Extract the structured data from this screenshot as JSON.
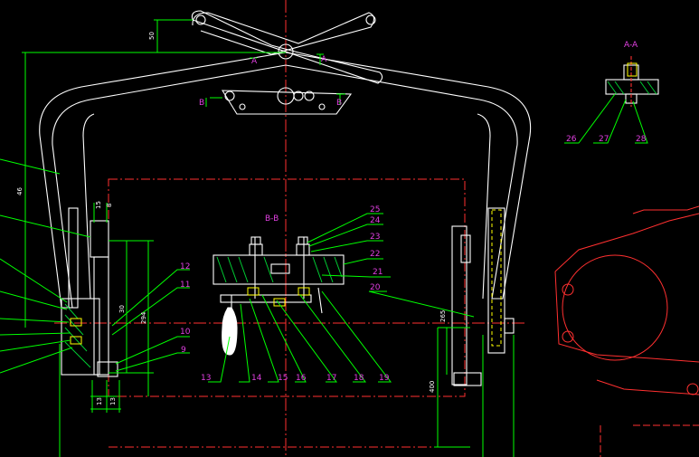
{
  "drawing": {
    "colors": {
      "background": "#000000",
      "outline": "#ffffff",
      "leader": "#00ff00",
      "label": "#e040e0",
      "centerline": "#ff3030",
      "hatch": "#00cc33",
      "accent": "#ffff00"
    },
    "section_titles": {
      "aa": "A-A",
      "bb": "B-B"
    },
    "section_marks": {
      "a_left": "A",
      "a_right": "A",
      "b_left": "B",
      "b_right": "B"
    },
    "part_numbers": {
      "n9": "9",
      "n10": "10",
      "n11": "11",
      "n12": "12",
      "n13": "13",
      "n14": "14",
      "n15": "15",
      "n16": "16",
      "n17": "17",
      "n18": "18",
      "n19": "19",
      "n20": "20",
      "n21": "21",
      "n22": "22",
      "n23": "23",
      "n24": "24",
      "n25": "25",
      "n26": "26",
      "n27": "27",
      "n28": "28"
    },
    "dimensions": {
      "d_top": "50",
      "d_left_height": "46",
      "d_small_a": "15",
      "d_small_b": "8",
      "d_r1": "30",
      "d_r2": "294",
      "d_b1": "13",
      "d_b2": "13",
      "d_right_1": "265",
      "d_right_2": "400"
    }
  }
}
